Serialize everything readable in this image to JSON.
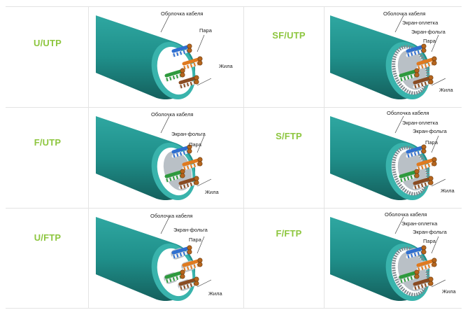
{
  "cables": [
    {
      "name": "U/UTP",
      "callouts": {
        "sheath": "Оболочка кабеля",
        "pair": "Пара",
        "core": "Жила"
      }
    },
    {
      "name": "SF/UTP",
      "callouts": {
        "sheath": "Оболочка кабеля",
        "braid": "Экран-оплетка",
        "foil": "Экран-фольга",
        "pair": "Пара",
        "core": "Жила"
      }
    },
    {
      "name": "F/UTP",
      "callouts": {
        "sheath": "Оболочка кабеля",
        "foil": "Экран-фольга",
        "pair": "Пара",
        "core": "Жила"
      }
    },
    {
      "name": "S/FTP",
      "callouts": {
        "sheath": "Оболочка кабеля",
        "braid": "Экран-оплетка",
        "foil": "Экран-фольга",
        "pair": "Пара",
        "core": "Жила"
      }
    },
    {
      "name": "U/FTP",
      "callouts": {
        "sheath": "Оболочка кабеля",
        "foil": "Экран-фольга",
        "pair": "Пара",
        "core": "Жила"
      }
    },
    {
      "name": "F/FTP",
      "callouts": {
        "sheath": "Оболочка кабеля",
        "braid": "Экран-оплетка",
        "foil": "Экран-фольга",
        "pair": "Пара",
        "core": "Жила"
      }
    }
  ],
  "colors": {
    "label": "#8dc63f",
    "sheath": "#1f8f8a",
    "sheath_dark": "#14605d",
    "foil": "#b9c0c6",
    "braid": "#7d868c",
    "copper": "#b5651d"
  }
}
